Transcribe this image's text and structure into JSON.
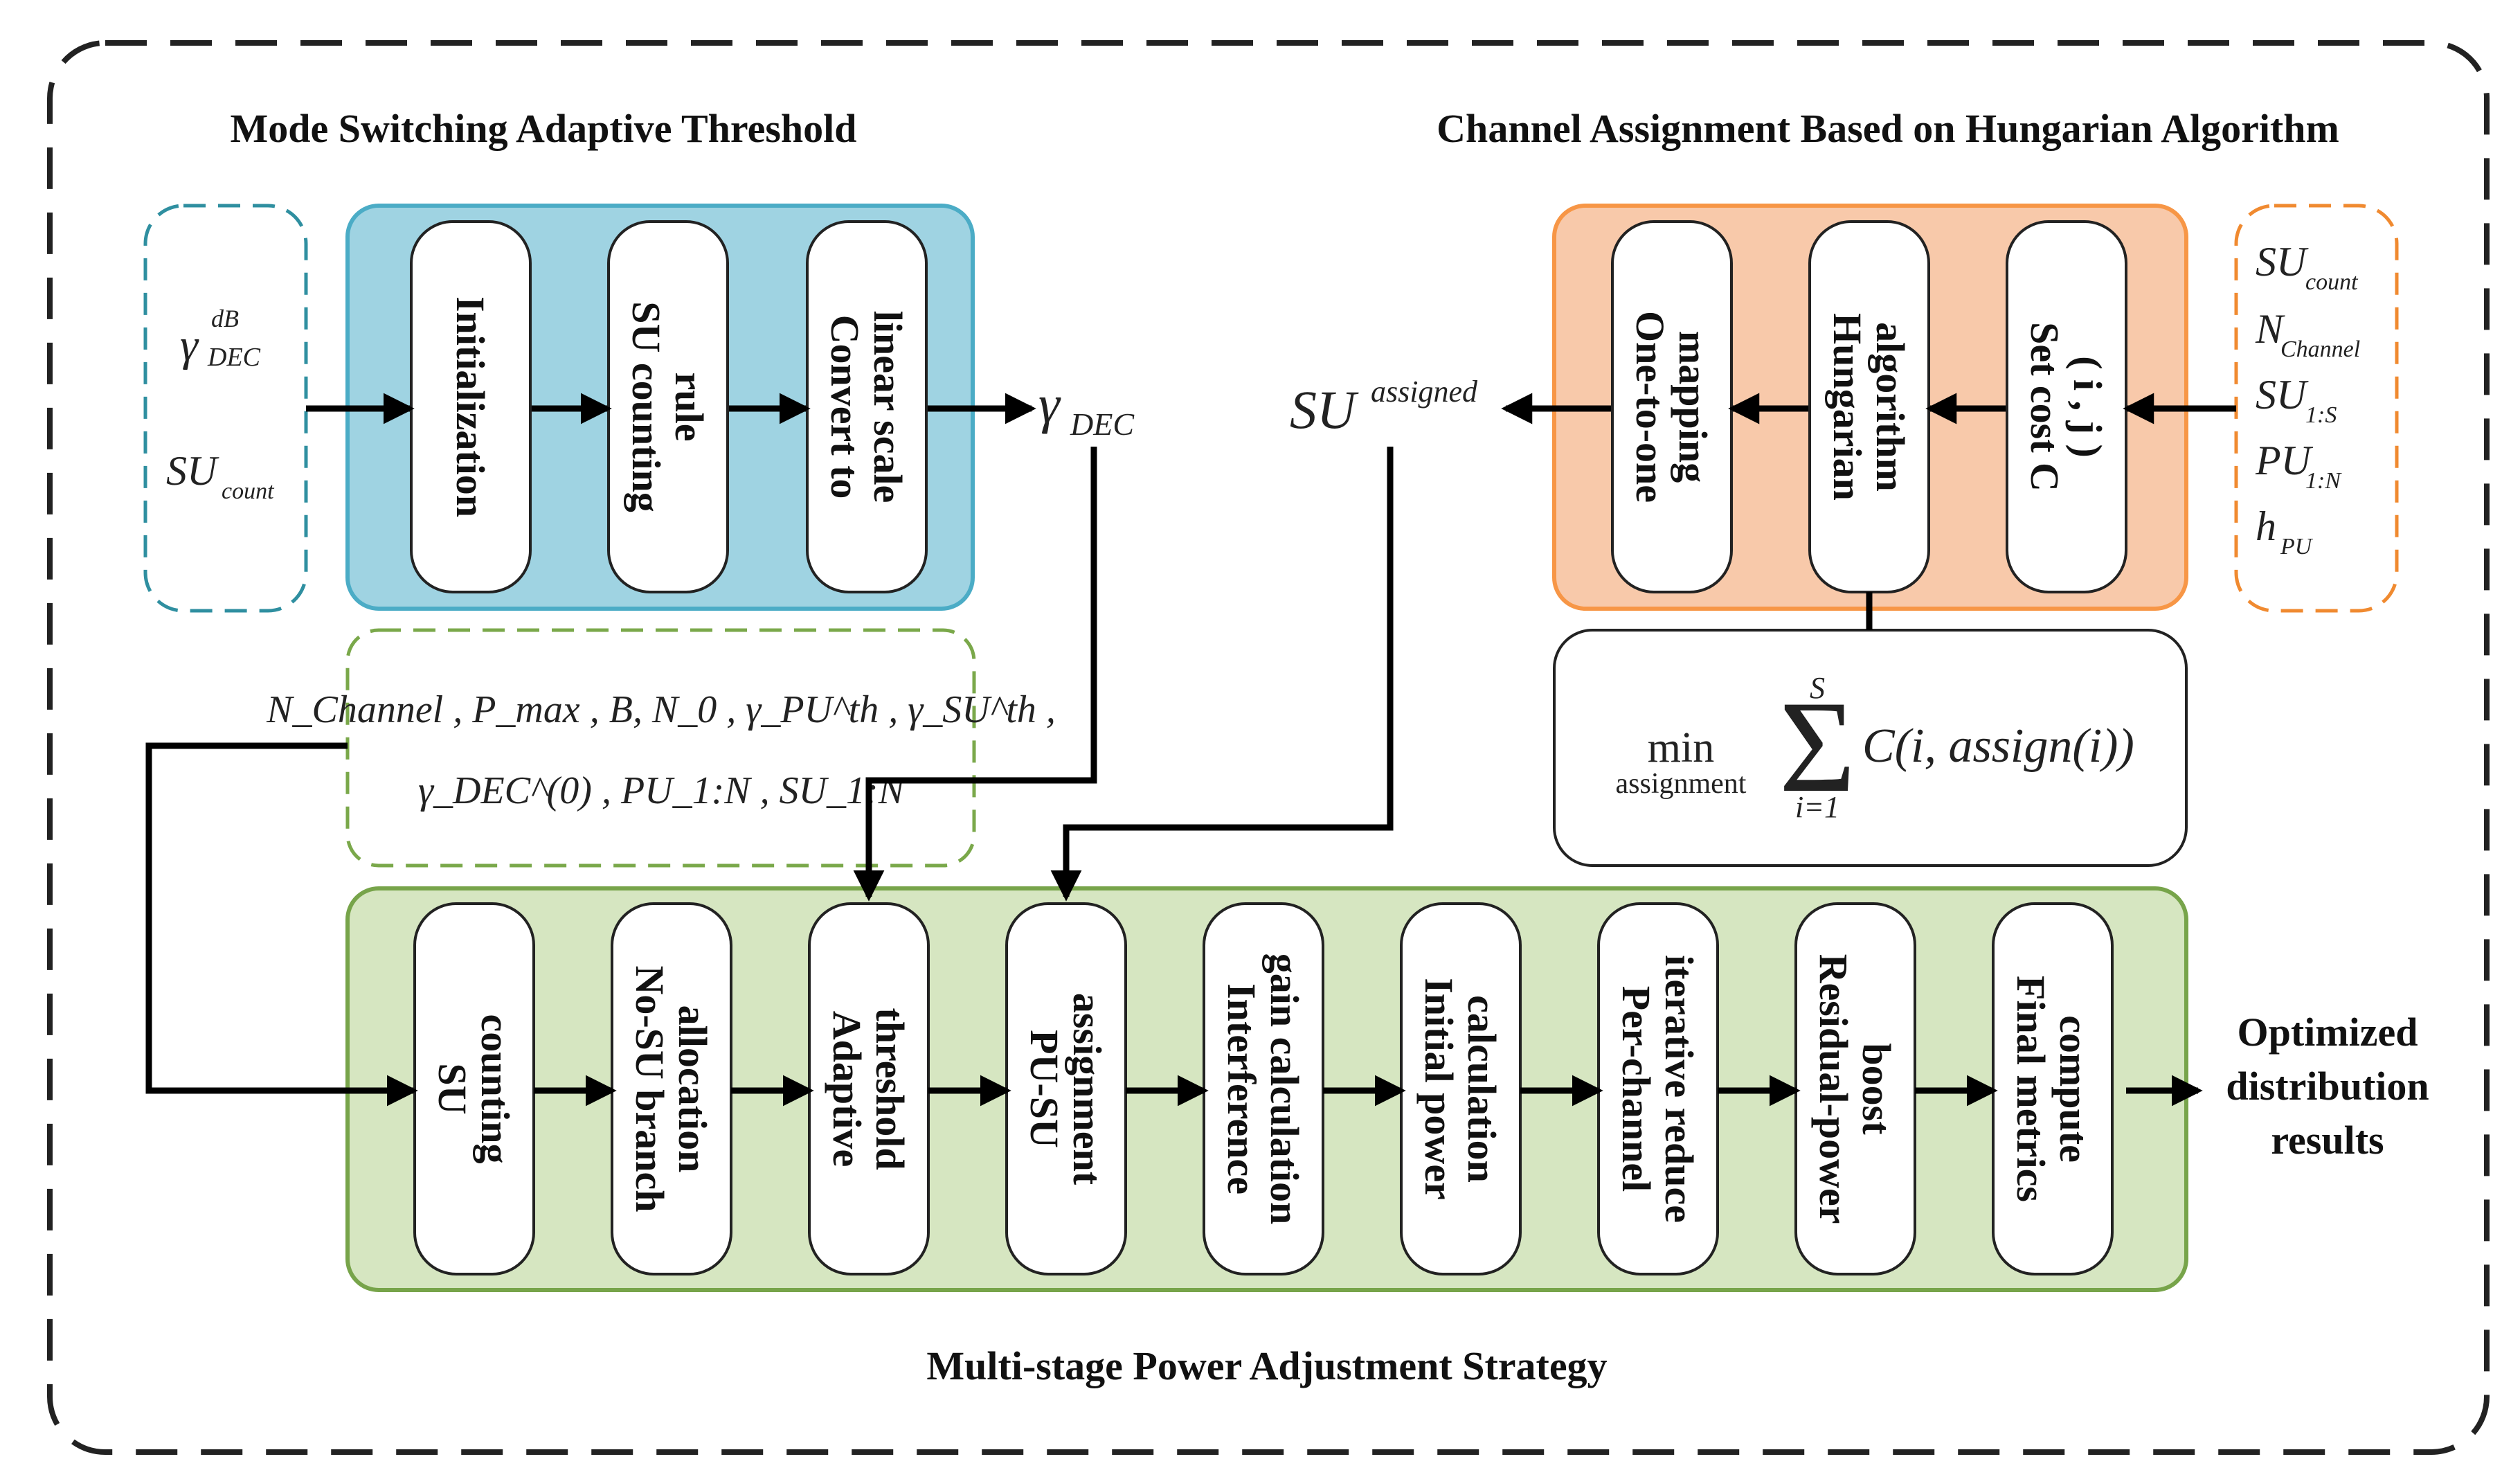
{
  "titles": {
    "mode_switching": "Mode Switching Adaptive Threshold",
    "channel_assignment": "Channel Assignment Based on Hungarian Algorithm",
    "multi_stage": "Multi-stage Power Adjustment Strategy"
  },
  "mode_switching_steps": [
    "Initialization",
    "SU counting rule",
    "Convert to linear scale"
  ],
  "mode_switching_inputs": [
    {
      "base": "γ",
      "sup": "dB",
      "sub": "DEC"
    },
    {
      "base": "SU",
      "sup": "",
      "sub": "count"
    }
  ],
  "gamma_output": {
    "base": "γ",
    "sub": "DEC"
  },
  "hungarian_steps": [
    "One-to-one mapping",
    "Hungarian algorithm",
    "Set cost C ( i , j )"
  ],
  "hungarian_inputs": [
    {
      "base": "SU",
      "sub": "count"
    },
    {
      "base": "N",
      "sub": "Channel"
    },
    {
      "base": "SU",
      "sub": "1:S"
    },
    {
      "base": "PU",
      "sub": "1:N"
    },
    {
      "base": "h",
      "sub": "PU"
    }
  ],
  "su_assigned": {
    "base": "SU",
    "sup": "assigned"
  },
  "objective": {
    "min": "min",
    "under": "assignment",
    "sum_top": "S",
    "sum_bottom": "i=1",
    "body": "C(i, assign(i))"
  },
  "parameters": {
    "line1": "N_Channel , P_max , B, N_0 , γ_PU^th , γ_SU^th ,",
    "line2": "γ_DEC^(0) , PU_1:N , SU_1:N"
  },
  "power_steps": [
    "SU counting",
    "No-SU branch allocation",
    "Adaptive threshold",
    "PU-SU assignment",
    "Interference gain calculation",
    "Initial power calculation",
    "Per-channel iterative reduce",
    "Residual-power boost",
    "Final metrics compute"
  ],
  "output_label": [
    "Optimized",
    "distribution",
    "results"
  ],
  "colors": {
    "mode_box": "#4bacc6",
    "mode_box_fill": "#9fd3e2",
    "hungarian_box": "#f79646",
    "hungarian_box_fill": "#f8c9aa",
    "power_box": "#77a44a",
    "power_box_fill": "#d6e6c1",
    "input_dashed_teal": "#2f8fa0",
    "input_dashed_orange": "#f08a30",
    "param_dashed_green": "#7aa84a"
  }
}
